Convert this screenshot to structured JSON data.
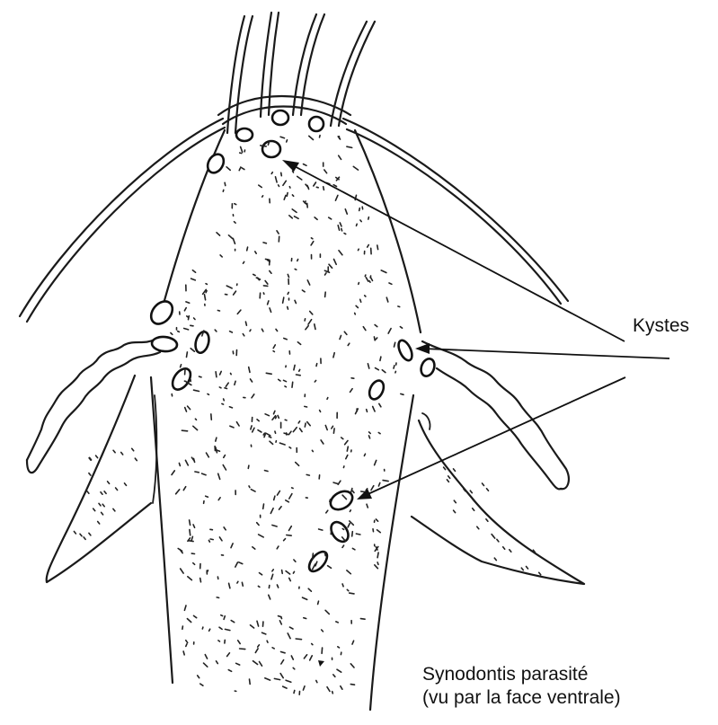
{
  "labels": {
    "cysts": "Kystes"
  },
  "caption": {
    "line1": "Synodontis parasité",
    "line2": "(vu par la face ventrale)"
  },
  "colors": {
    "ink": "#111111",
    "background": "#ffffff"
  }
}
